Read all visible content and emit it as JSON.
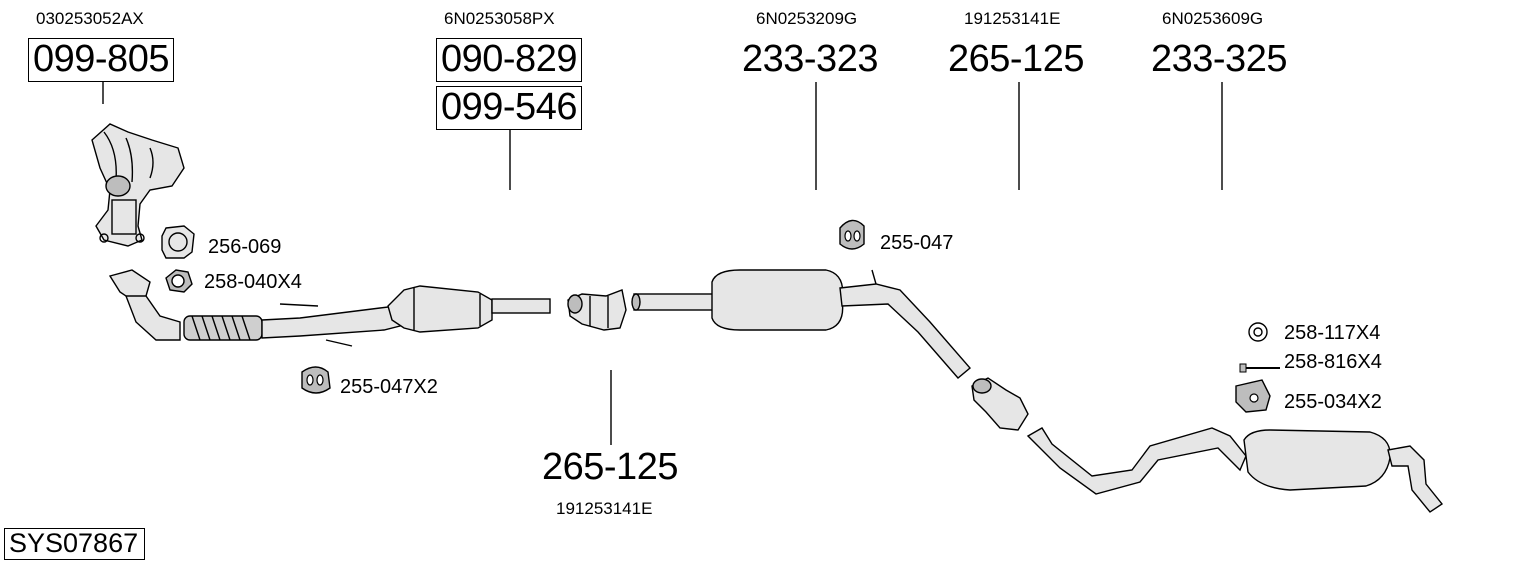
{
  "diagram": {
    "system_code": "SYS07867",
    "oem_numbers": {
      "manifold": "030253052AX",
      "catalyst": "6N0253058PX",
      "middle_silencer": "6N0253209G",
      "rear_clamp": "191253141E",
      "rear_silencer": "6N0253609G",
      "front_clamp": "191253141E"
    },
    "part_numbers": {
      "manifold": "099-805",
      "catalyst_a": "090-829",
      "catalyst_b": "099-546",
      "middle_silencer": "233-323",
      "rear_clamp": "265-125",
      "rear_silencer": "233-325",
      "front_clamp": "265-125"
    },
    "accessories": {
      "gasket": "256-069",
      "nut": "258-040X4",
      "mount_front": "255-047X2",
      "mount_mid": "255-047",
      "ring": "258-117X4",
      "bolt": "258-816X4",
      "bracket": "255-034X2"
    }
  }
}
